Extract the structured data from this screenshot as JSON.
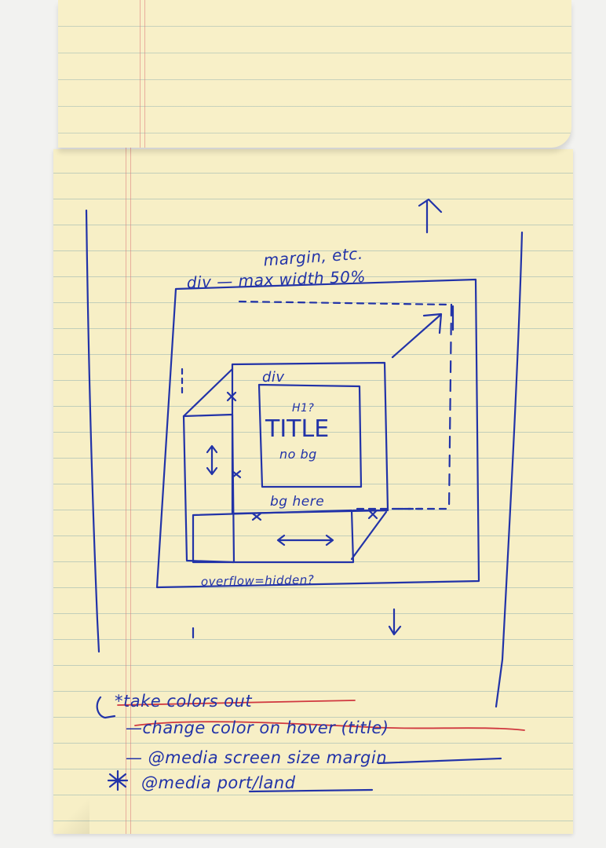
{
  "sketch": {
    "annotation_top": "margin, etc.",
    "outer_label": "div — max width 50%",
    "inner_label": "div",
    "title_question": "H1?",
    "title_text": "TITLE",
    "title_note": "no bg",
    "bg_note": "bg here",
    "overflow_note": "overflow=hidden?"
  },
  "notes": [
    "*take colors out",
    "—change color on hover (title)",
    "— @media screen size margin",
    "@media port/land"
  ],
  "ink_colors": {
    "blue": "#2233a8",
    "red": "#d0383f"
  }
}
